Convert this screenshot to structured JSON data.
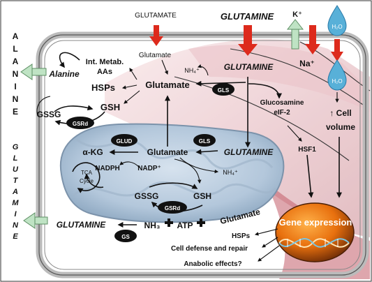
{
  "top": {
    "glutamate": "GLUTAMATE",
    "glutamine": "GLUTAMINE",
    "k_ion": "K⁺",
    "na_ion": "Na⁺",
    "water_top": "H₂O",
    "water_inner": "H₂O"
  },
  "side": {
    "alanine_vertical": [
      "A",
      "L",
      "A",
      "N",
      "I",
      "N",
      "E"
    ],
    "glutamine_vertical": [
      "G",
      "L",
      "U",
      "T",
      "A",
      "M",
      "I",
      "N",
      "E"
    ]
  },
  "cytosol": {
    "glutamate_in": "Glutamate",
    "int_metab": "Int. Metab.",
    "aas": "AAs",
    "alanine": "Alanine",
    "hsps": "HSPs",
    "glutamate_main": "Glutamate",
    "nh4": "NH₄⁺",
    "glutamine": "GLUTAMINE",
    "gls": "GLS",
    "gssg": "GSSG",
    "gsh": "GSH",
    "gsrd": "GSRd",
    "glucosamine": "Glucosamine",
    "eif2": "eIF-2",
    "hsf1": "HSF1",
    "cell_volume_1": "↑ Cell",
    "cell_volume_2": "volume"
  },
  "mito": {
    "glud": "GLUD",
    "gls": "GLS",
    "akg": "α-KG",
    "glutamate": "Glutamate",
    "glutamine": "GLUTAMINE",
    "tca1": "TCA",
    "tca2": "Cycle",
    "nadph": "NADPH",
    "nadp": "NADP⁺",
    "nh4": "NH₄⁺",
    "gssg": "GSSG",
    "gsh": "GSH",
    "gsrd": "GSRd"
  },
  "bottom": {
    "glutamine": "GLUTAMINE",
    "nh3": "NH₃",
    "atp": "ATP",
    "glutamate": "Glutamate",
    "gs": "GS",
    "gene_expression": "Gene expression",
    "hsps": "HSPs",
    "cell_defense": "Cell defense and repair",
    "anabolic": "Anabolic effects?"
  },
  "colors": {
    "red_arrow": "#dd2a1c",
    "green_arrow": "#bfe3c4",
    "mito_fill": "#b5c8dc",
    "muscle": "#d9a0a8",
    "gene_orange": "#e8700e",
    "drop_blue": "#58b0d8"
  }
}
